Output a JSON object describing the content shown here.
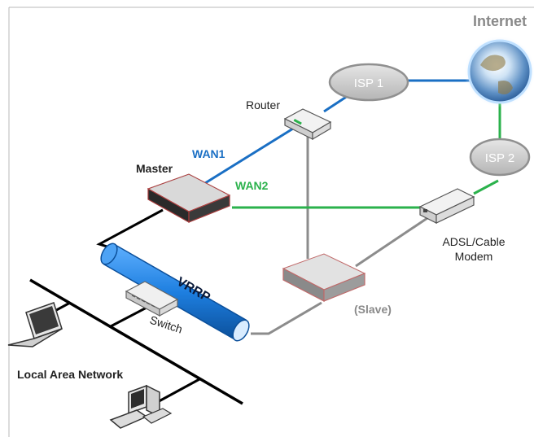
{
  "labels": {
    "internet": "Internet",
    "isp1": "ISP 1",
    "isp2": "ISP 2",
    "router": "Router",
    "wan1": "WAN1",
    "wan2": "WAN2",
    "master": "Master",
    "modem_line1": "ADSL/Cable",
    "modem_line2": "Modem",
    "vrrp": "VRRP",
    "switch": "Switch",
    "slave": "(Slave)",
    "lan": "Local Area Network"
  },
  "colors": {
    "wan1": "#1a6fc4",
    "wan2": "#2bb24c",
    "gray_link": "#8c8c8c",
    "lan_bus": "#000000",
    "vrrp_tube": "#1e7fe0",
    "isp_fill": "#cfcfcf"
  },
  "icons": [
    "globe-icon",
    "router-icon",
    "modem-icon",
    "switch-icon",
    "laptop-icon",
    "desktop-icon",
    "appliance-icon"
  ]
}
